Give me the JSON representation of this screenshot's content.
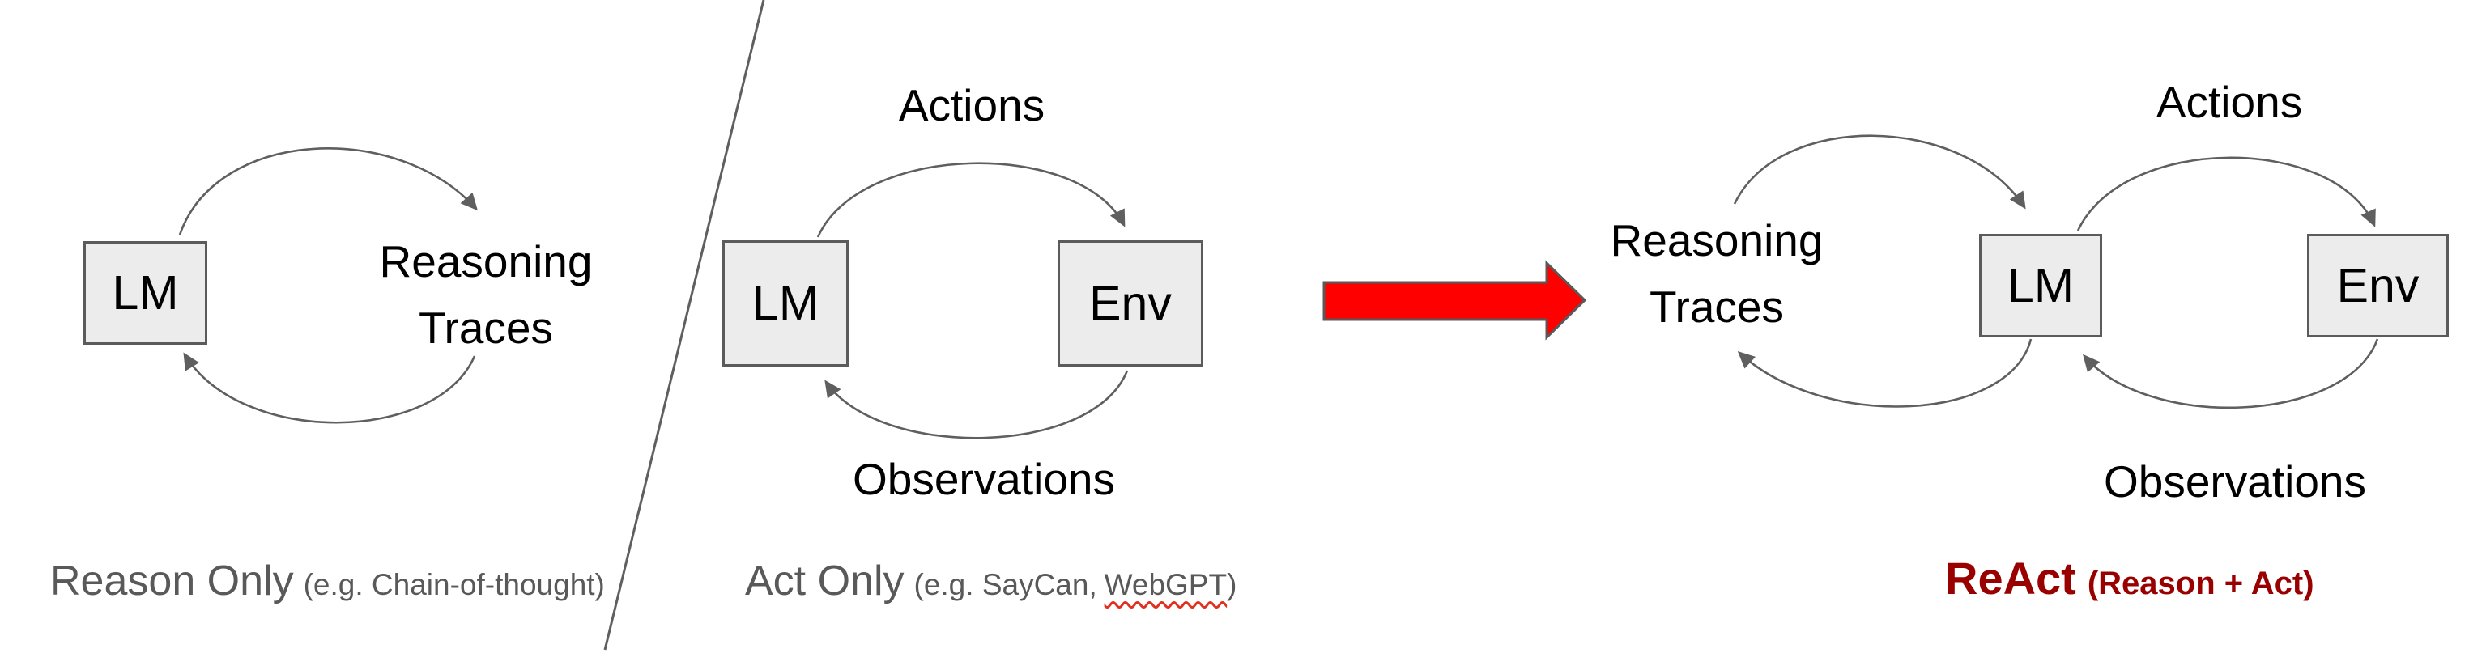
{
  "panel_reason_only": {
    "lm_label": "LM",
    "reasoning_line1": "Reasoning",
    "reasoning_line2": "Traces",
    "caption_title": "Reason Only",
    "caption_subtitle": "(e.g. Chain-of-thought)"
  },
  "panel_act_only": {
    "lm_label": "LM",
    "env_label": "Env",
    "actions_label": "Actions",
    "observations_label": "Observations",
    "caption_title": "Act Only",
    "caption_subtitle_prefix": "(e.g. SayCan,",
    "caption_misspelled_word": "WebGPT",
    "caption_subtitle_suffix": ")"
  },
  "panel_react": {
    "reasoning_line1": "Reasoning",
    "reasoning_line2": "Traces",
    "lm_label": "LM",
    "env_label": "Env",
    "actions_label": "Actions",
    "observations_label": "Observations",
    "caption_title": "ReAct",
    "caption_subtitle": "(Reason + Act)"
  },
  "colors": {
    "box_fill": "#ececec",
    "box_border": "#5b5b5b",
    "arc_gray": "#5f5f5f",
    "caption_gray": "#595959",
    "react_dark_red": "#990000",
    "block_arrow_red": "#ff0000",
    "block_arrow_border": "#595959",
    "squiggle_red": "#e0301e"
  }
}
